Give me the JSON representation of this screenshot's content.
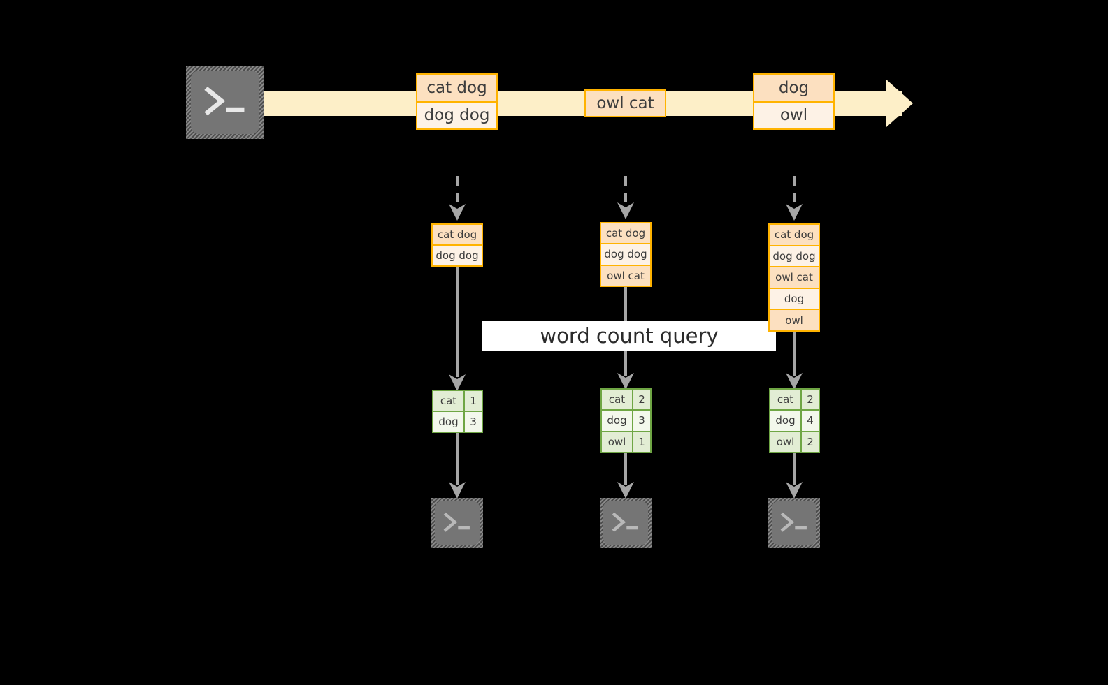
{
  "diagram": {
    "title_label": "word count query",
    "colors": {
      "background": "#000000",
      "stream_band": "#FDEFC8",
      "record_border": "#FFB300",
      "record_fill_dark": "#FCE0C0",
      "record_fill_light": "#FDF2E6",
      "table_border": "#6FA644",
      "table_fill_dark": "#E2EDD4",
      "table_fill_light": "#F3F8EC",
      "arrow_gray": "#A6A6A6",
      "terminal_gray": "#757575",
      "label_band": "#FFFFFF"
    },
    "source": {
      "icon": "terminal-icon"
    },
    "stream": {
      "records": [
        {
          "id": "record-1",
          "lines": [
            "cat dog",
            "dog dog"
          ]
        },
        {
          "id": "record-2",
          "lines": [
            "owl cat"
          ]
        },
        {
          "id": "record-3",
          "lines": [
            "dog",
            "owl"
          ]
        }
      ]
    },
    "snapshots": [
      {
        "id": "snapshot-1",
        "accumulated": [
          "cat dog",
          "dog dog"
        ],
        "result": {
          "rows": [
            {
              "word": "cat",
              "count": "1"
            },
            {
              "word": "dog",
              "count": "3"
            }
          ]
        },
        "sink": {
          "icon": "terminal-icon"
        }
      },
      {
        "id": "snapshot-2",
        "accumulated": [
          "cat dog",
          "dog dog",
          "owl cat"
        ],
        "result": {
          "rows": [
            {
              "word": "cat",
              "count": "2"
            },
            {
              "word": "dog",
              "count": "3"
            },
            {
              "word": "owl",
              "count": "1"
            }
          ]
        },
        "sink": {
          "icon": "terminal-icon"
        }
      },
      {
        "id": "snapshot-3",
        "accumulated": [
          "cat dog",
          "dog dog",
          "owl cat",
          "dog",
          "owl"
        ],
        "result": {
          "rows": [
            {
              "word": "cat",
              "count": "2"
            },
            {
              "word": "dog",
              "count": "4"
            },
            {
              "word": "owl",
              "count": "2"
            }
          ]
        },
        "sink": {
          "icon": "terminal-icon"
        }
      }
    ]
  }
}
